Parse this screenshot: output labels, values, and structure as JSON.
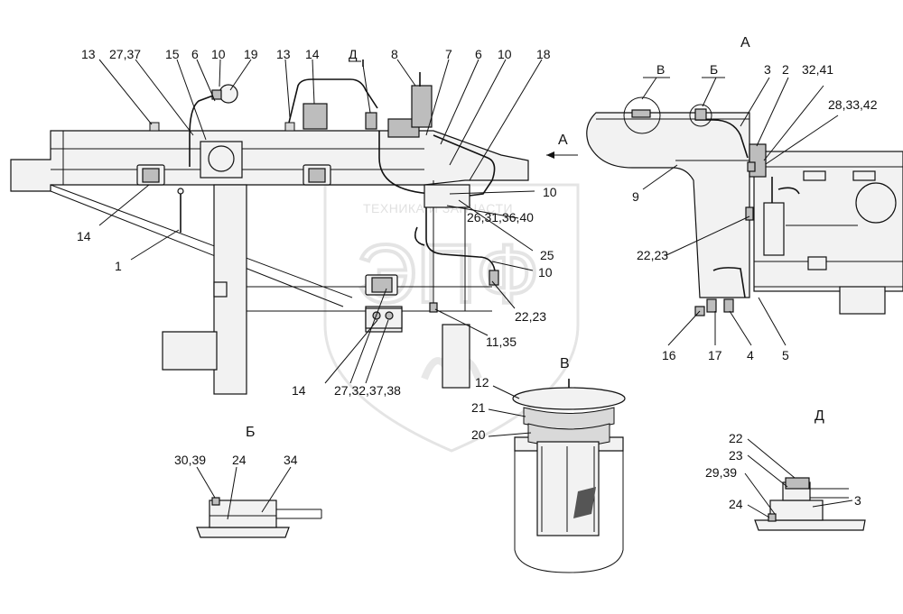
{
  "watermark": {
    "text": "ТЕХНИКА И ЗАПЧАСТИ",
    "monogram": "ЭПФ"
  },
  "views": {
    "A": "А",
    "B": "Б",
    "V": "В",
    "D": "Д",
    "arrow_A": "А"
  },
  "labels": {
    "l13a": "13",
    "l2737": "27,37",
    "l15": "15",
    "l6a": "6",
    "l10a": "10",
    "l19": "19",
    "l13b": "13",
    "l14a": "14",
    "lD": "Д",
    "l8": "8",
    "l7": "7",
    "l6b": "6",
    "l10b": "10",
    "l18": "18",
    "l10c": "10",
    "l26": "26,31,36,40",
    "l25": "25",
    "l10d": "10",
    "l2223a": "22,23",
    "l14b": "14",
    "l1": "1",
    "l1135": "11,35",
    "l14c": "14",
    "l27323738": "27,32,37,38",
    "lAB": "Б",
    "lAV": "В",
    "l3": "3",
    "l2": "2",
    "l3241": "32,41",
    "l283342": "28,33,42",
    "l9": "9",
    "l2223b": "22,23",
    "l16": "16",
    "l17": "17",
    "l4": "4",
    "l5": "5",
    "l12": "12",
    "l21": "21",
    "l20": "20",
    "l3039": "30,39",
    "l24a": "24",
    "l34": "34",
    "l22": "22",
    "l23": "23",
    "l2939": "29,39",
    "l24b": "24",
    "l3b": "3"
  }
}
